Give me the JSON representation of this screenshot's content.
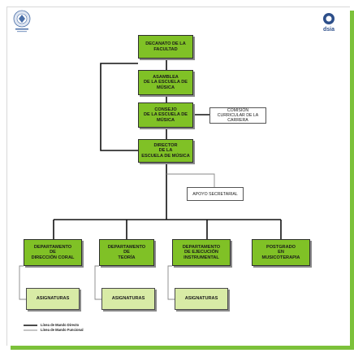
{
  "boxes": {
    "decanato": [
      "DECANATO DE LA",
      "FACULTAD"
    ],
    "asamblea": [
      "ASAMBLEA",
      "DE LA ESCUELA DE",
      "MÚSICA"
    ],
    "consejo": [
      "CONSEJO",
      "DE LA ESCUELA DE",
      "MÚSICA"
    ],
    "comision": [
      "COMISIÓN",
      "CURRICULAR DE LA",
      "CARRERA"
    ],
    "director": [
      "DIRECTOR",
      "DE LA",
      "ESCUELA DE MÚSICA"
    ],
    "apoyo": [
      "APOYO SECRETARIAL"
    ],
    "depto_coral": [
      "DEPARTAMENTO",
      "DE",
      "DIRECCIÓN CORAL"
    ],
    "depto_teoria": [
      "DEPARTAMENTO",
      "DE",
      "TEORÍA"
    ],
    "depto_ejecucion": [
      "DEPARTAMENTO",
      "DE EJECUCIÓN",
      "INSTRUMENTAL"
    ],
    "postgrado": [
      "POSTGRADO",
      "EN",
      "MUSICOTERAPIA"
    ],
    "asignaturas_1": [
      "ASIGNATURAS"
    ],
    "asignaturas_2": [
      "ASIGNATURAS"
    ],
    "asignaturas_3": [
      "ASIGNATURAS"
    ]
  },
  "legend": {
    "direct": "Línea de Mando Directo",
    "functional": "Línea de Mando Funcional"
  },
  "logo_right_text": "dsia",
  "colors": {
    "unit_fill": "#80c126",
    "subject_fill": "#d8eba6",
    "frame_shadow": "#7cc13a",
    "line_direct": "#111111",
    "line_functional": "#888888"
  }
}
